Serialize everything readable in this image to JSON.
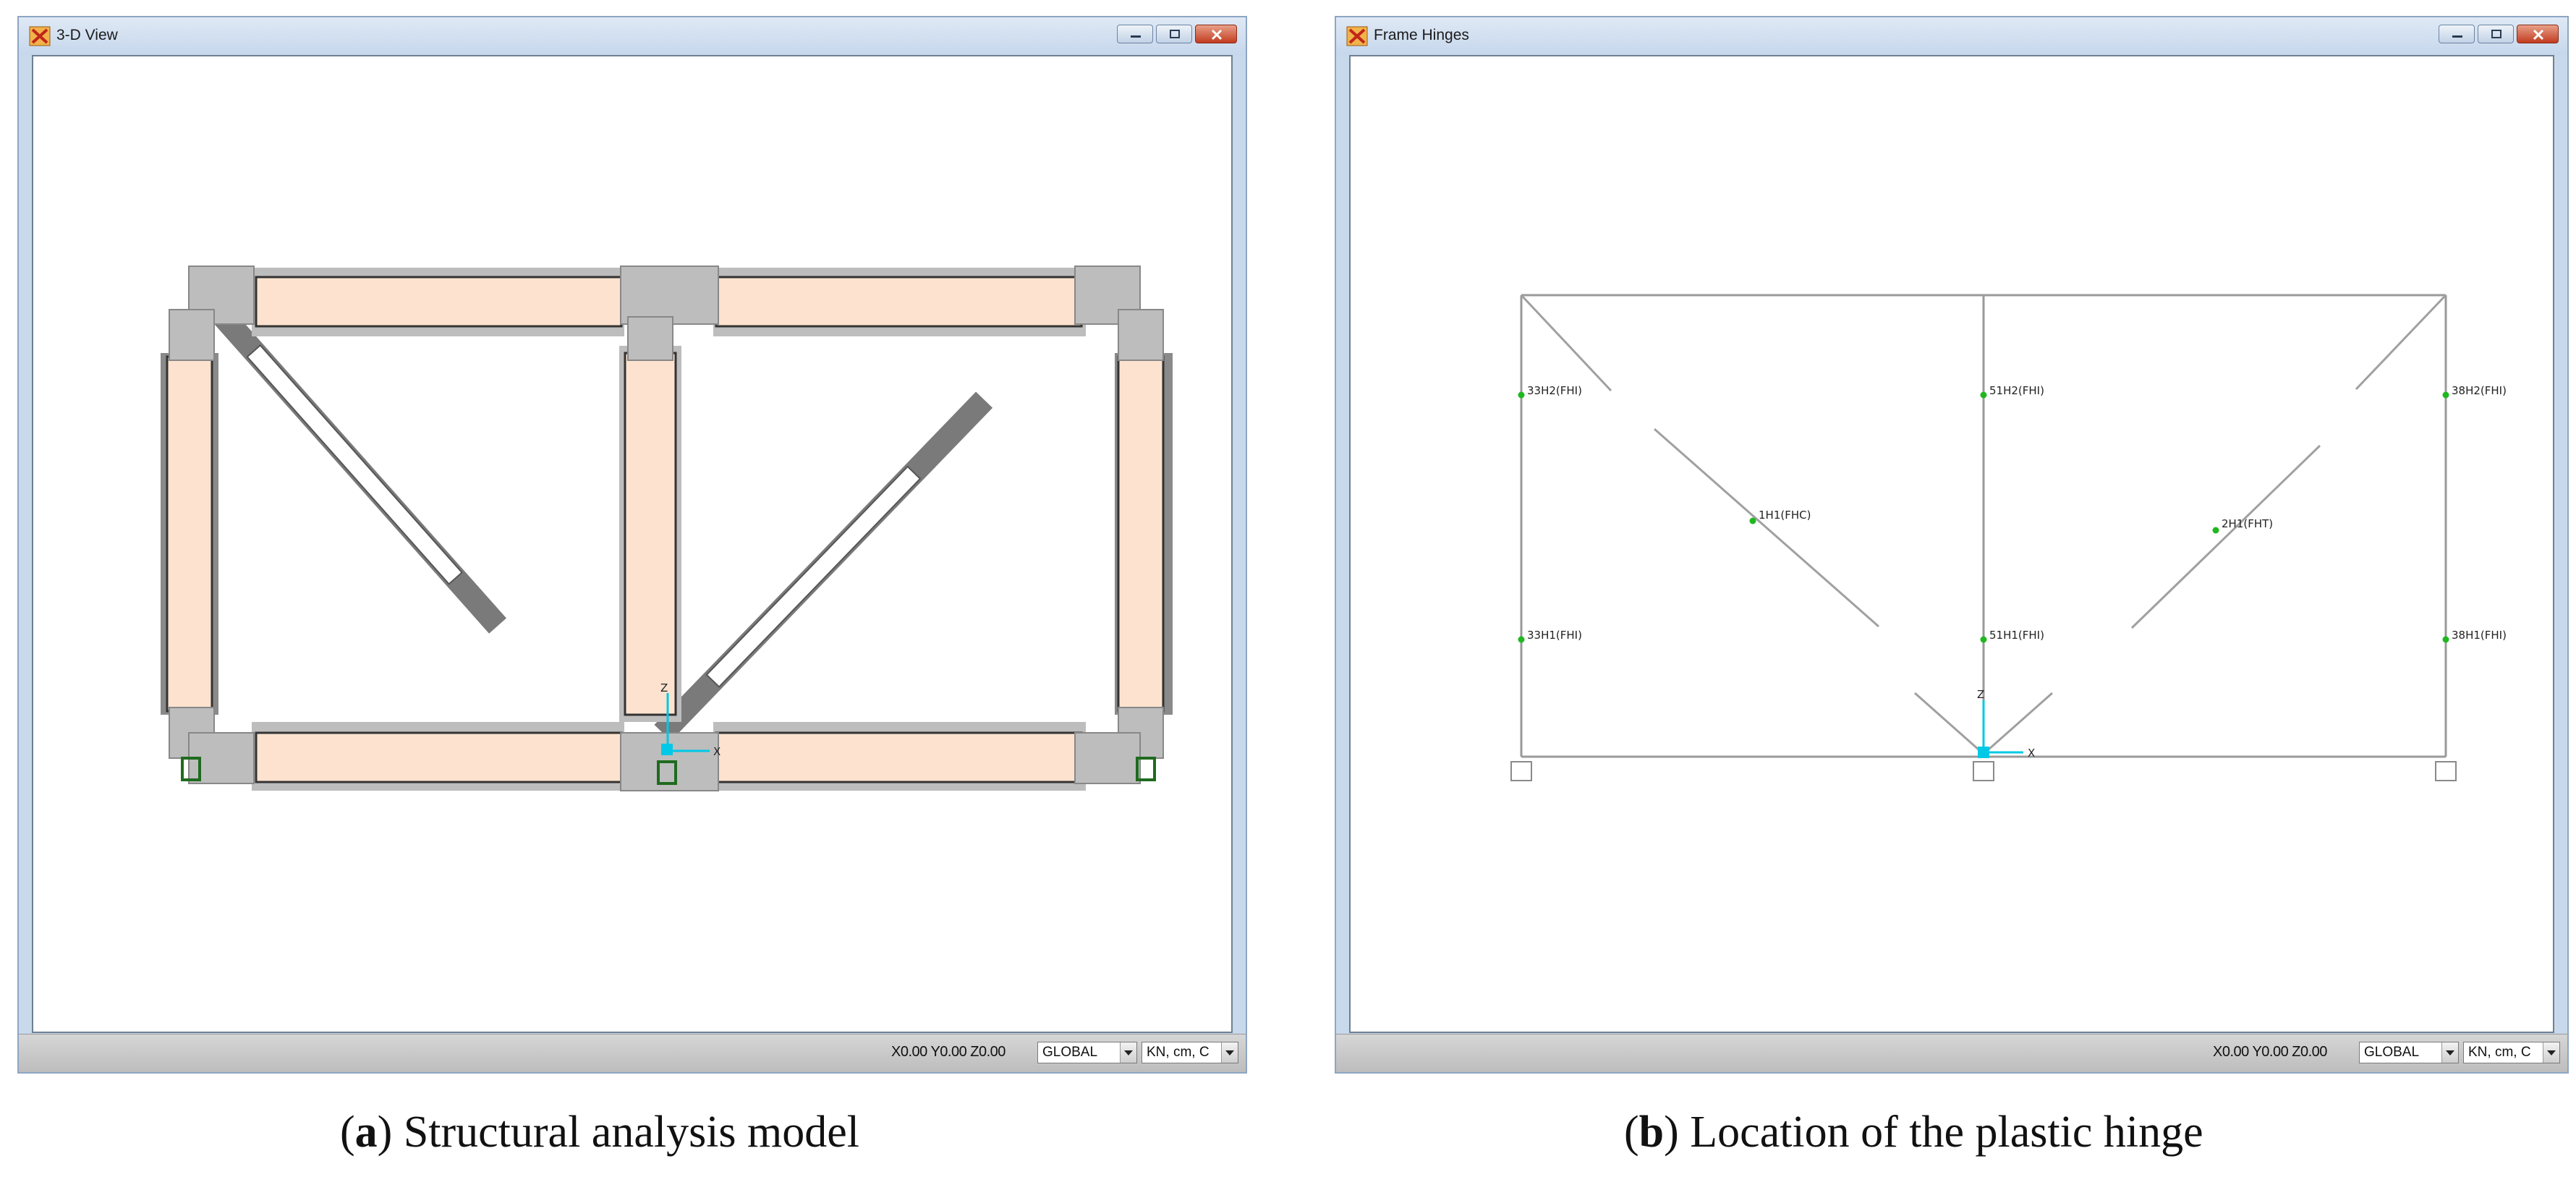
{
  "window_a": {
    "title": "3-D View",
    "status": {
      "coords": "X0.00 Y0.00 Z0.00",
      "coord_system": "GLOBAL",
      "units": "KN, cm, C"
    },
    "axis_labels": {
      "z": "Z",
      "x": "X"
    }
  },
  "window_b": {
    "title": "Frame Hinges",
    "status": {
      "coords": "X0.00 Y0.00 Z0.00",
      "coord_system": "GLOBAL",
      "units": "KN, cm, C"
    },
    "axis_labels": {
      "z": "Z",
      "x": "X"
    },
    "hinges": [
      {
        "label": "33H2(FHI)"
      },
      {
        "label": "33H1(FHI)"
      },
      {
        "label": "51H2(FHI)"
      },
      {
        "label": "51H1(FHI)"
      },
      {
        "label": "38H2(FHI)"
      },
      {
        "label": "38H1(FHI)"
      },
      {
        "label": "1H1(FHC)"
      },
      {
        "label": "2H1(FHT)"
      }
    ]
  },
  "captions": {
    "a": {
      "letter": "a",
      "text": " Structural analysis model"
    },
    "b": {
      "letter": "b",
      "text": " Location of the plastic hinge"
    }
  },
  "colors": {
    "member_fill": "#fde3cf",
    "joint_gray": "#bdbdbd",
    "brace_dark": "#6e6e6e",
    "hinge_green": "#1fb81f",
    "axis_cyan": "#00c8e6",
    "support_green": "#1f6b1f"
  }
}
